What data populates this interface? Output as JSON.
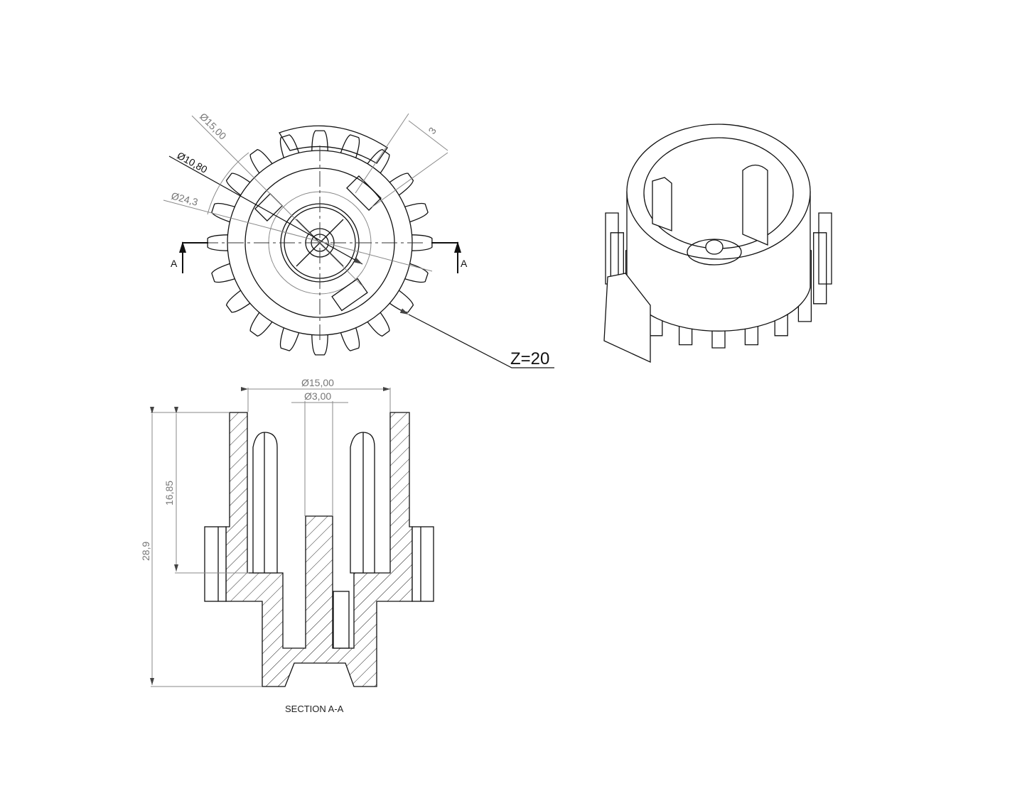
{
  "front_view": {
    "dim_outer_dia": "Ø15,00",
    "dim_pitch_dia": "Ø10,80",
    "dim_tip_dia": "Ø24,3",
    "dim_slot_width": "3",
    "section_mark_left": "A",
    "section_mark_right": "A",
    "tooth_count_label": "Z=20",
    "tooth_count": 20
  },
  "section_view": {
    "dim_bore_dia": "Ø15,00",
    "dim_pin_dia": "Ø3,00",
    "dim_bore_depth": "16,85",
    "dim_total_height": "28,9",
    "title": "SECTION A-A"
  }
}
